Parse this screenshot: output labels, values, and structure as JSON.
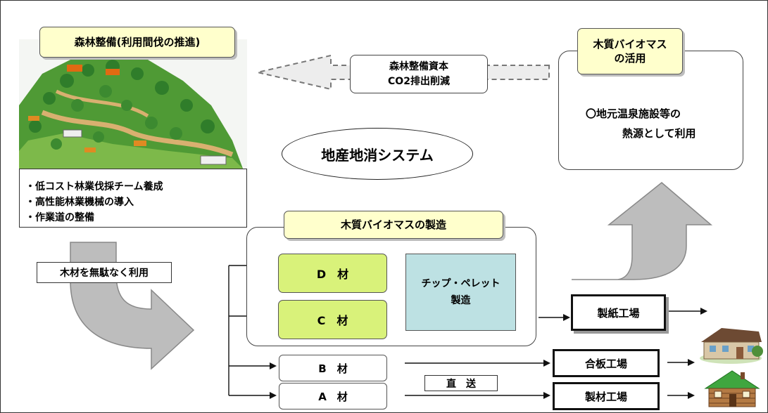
{
  "forest": {
    "title": "森林整備(利用間伐の推進)",
    "measures": [
      "・低コスト林業伐採チーム養成",
      "・高性能林業機械の導入",
      "・作業道の整備"
    ]
  },
  "return_arrow": {
    "line1": "森林整備資本",
    "line2": "CO2排出削減"
  },
  "biomass_use": {
    "title_line1": "木質バイオマス",
    "title_line2": "の活用",
    "text_line1": "〇地元温泉施設等の",
    "text_line2": "熱源として利用"
  },
  "local_system": {
    "label": "地産地消システム"
  },
  "use_wood_label": "木材を無駄なく利用",
  "biomass_production": {
    "title": "木質バイオマスの製造",
    "d_material": "D　材",
    "c_material": "C　材",
    "chip_line1": "チップ・ペレット",
    "chip_line2": "製造"
  },
  "b_material": "B　材",
  "a_material": "A　材",
  "direct_label": "直　送",
  "factories": {
    "paper": "製紙工場",
    "plywood": "合板工場",
    "sawmill": "製材工場"
  },
  "colors": {
    "yellow_box": "#ffffcc",
    "green_box": "#d9f27a",
    "chip_box": "#bde1e3",
    "arrow_gray": "#bdbdbd"
  }
}
